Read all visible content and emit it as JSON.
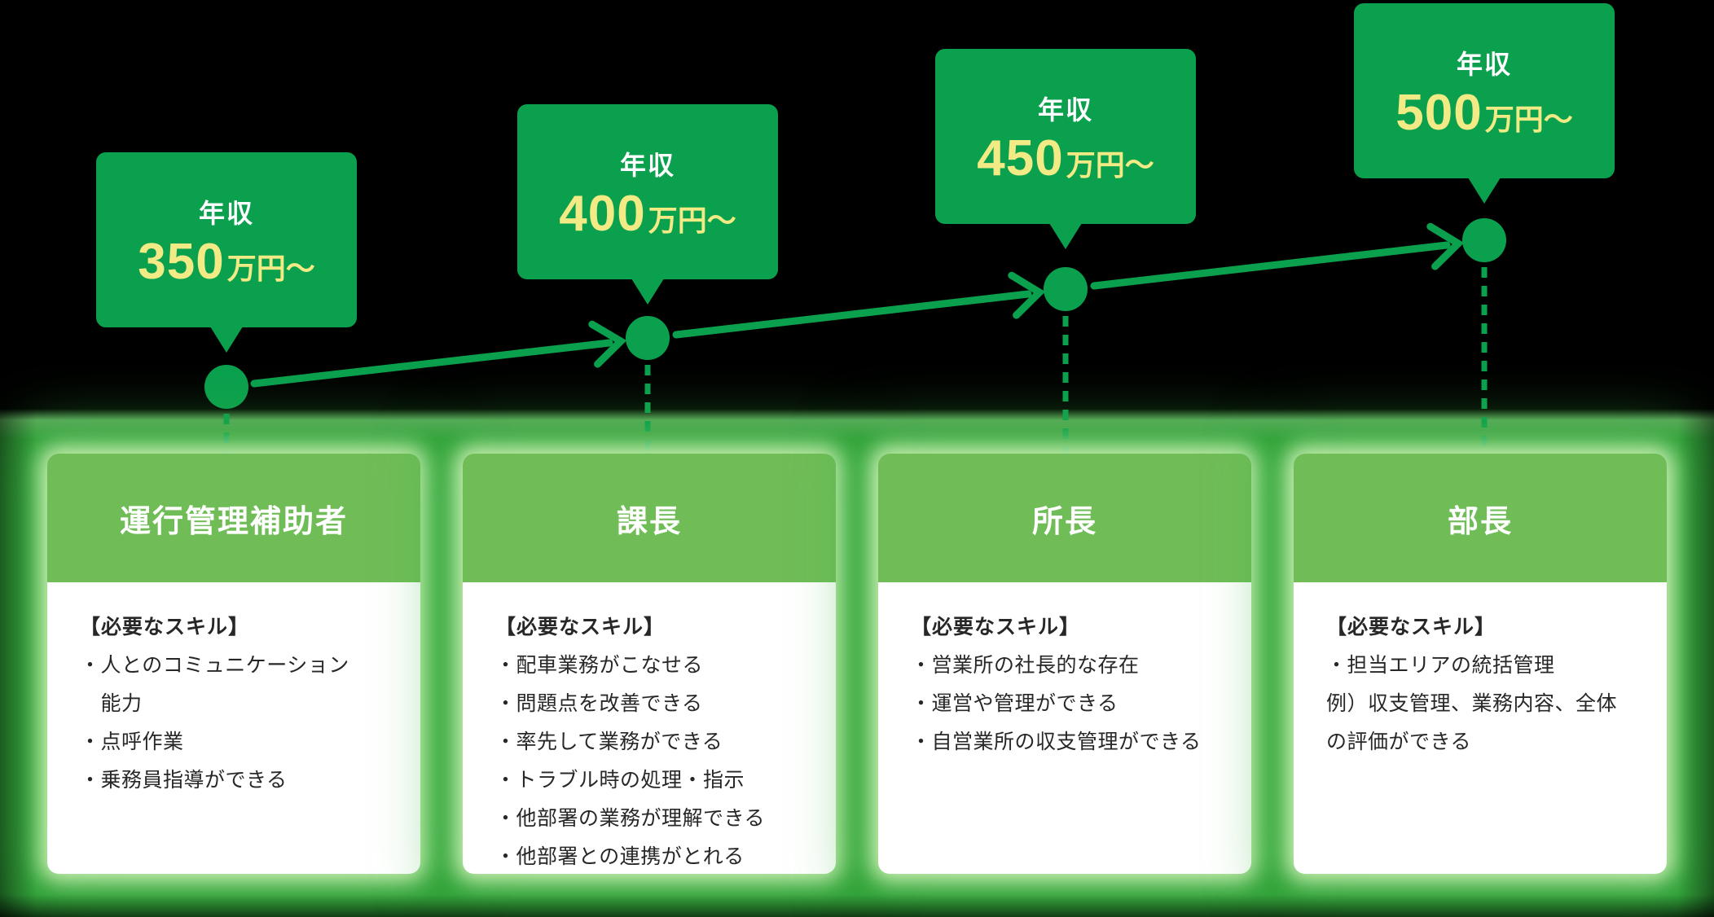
{
  "colors": {
    "bubble_green": "#0aa04e",
    "salary_yellow": "#f2ea84",
    "card_header_green": "#70bd58",
    "glow_green": "#2f9e37",
    "card_text": "#272727"
  },
  "stages": [
    {
      "salary_label": "年収",
      "salary_amount": "350",
      "salary_unit": "万円〜",
      "role": "運行管理補助者",
      "skills_heading": "【必要なスキル】",
      "skills": [
        "・人とのコミュニケーション",
        "　能力",
        "・点呼作業",
        "・乗務員指導ができる"
      ]
    },
    {
      "salary_label": "年収",
      "salary_amount": "400",
      "salary_unit": "万円〜",
      "role": "課長",
      "skills_heading": "【必要なスキル】",
      "skills": [
        "・配車業務がこなせる",
        "・問題点を改善できる",
        "・率先して業務ができる",
        "・トラブル時の処理・指示",
        "・他部署の業務が理解できる",
        "・他部署との連携がとれる"
      ]
    },
    {
      "salary_label": "年収",
      "salary_amount": "450",
      "salary_unit": "万円〜",
      "role": "所長",
      "skills_heading": "【必要なスキル】",
      "skills": [
        "・営業所の社長的な存在",
        "・運営や管理ができる",
        "・自営業所の収支管理ができる"
      ]
    },
    {
      "salary_label": "年収",
      "salary_amount": "500",
      "salary_unit": "万円〜",
      "role": "部長",
      "skills_heading": "【必要なスキル】",
      "skills": [
        "・担当エリアの統括管理",
        "例）収支管理、業務内容、全体",
        "の評価ができる"
      ]
    }
  ]
}
